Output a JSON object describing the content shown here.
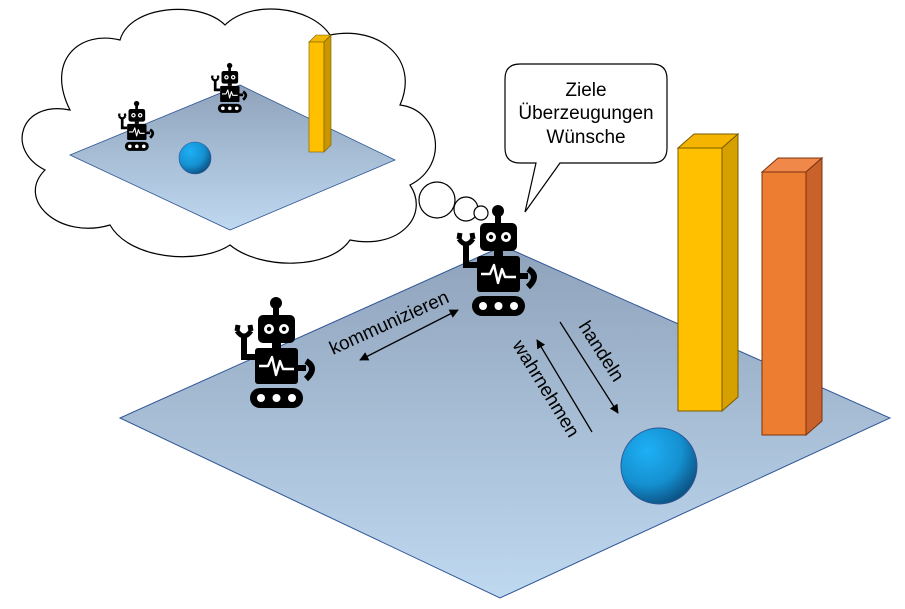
{
  "speech_bubble": {
    "lines": [
      "Ziele",
      "Überzeugungen",
      "Wünsche"
    ]
  },
  "labels": {
    "communicate": "kommunizieren",
    "act": "handeln",
    "perceive": "wahrnehmen"
  },
  "colors": {
    "floor_top": "#8fa3bb",
    "floor_bottom": "#bdd7ee",
    "floor_stroke": "#2f5597",
    "yellow_front": "#ffc000",
    "yellow_side": "#d6a000",
    "orange_front": "#ed7d31",
    "orange_side": "#c8612a",
    "sphere": "#1aa3e8",
    "robot": "#000000"
  },
  "icons": [
    "robot-icon",
    "thought-cloud",
    "speech-bubble"
  ]
}
